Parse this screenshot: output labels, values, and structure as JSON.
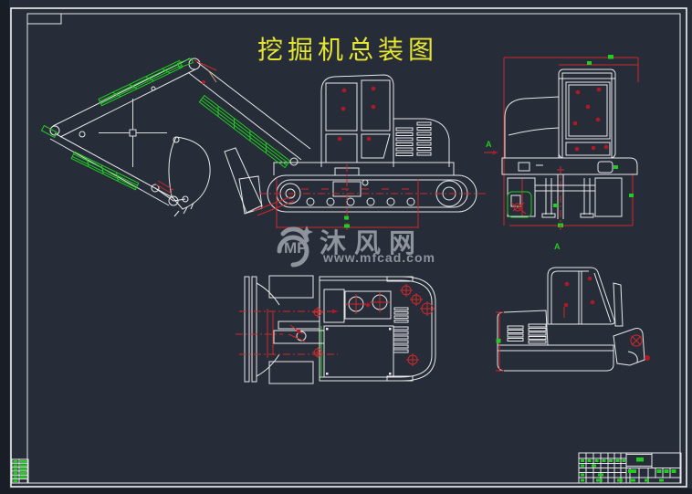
{
  "title": {
    "text": "挖掘机总装图"
  },
  "watermark": {
    "logo": "MF",
    "name": "沐风网",
    "url": "www.mfcad.com"
  },
  "markers": {
    "section_label": "A",
    "view_label": "A"
  },
  "palette": {
    "background": "#262c38",
    "margin": "#191d26",
    "line_white": "#e8e8e8",
    "cad_green": "#23cc23",
    "cad_red": "#cc2a2a",
    "handle_red": "#b01a28",
    "title_yellow": "#e5e532",
    "watermark_gray": "#8e939c"
  }
}
